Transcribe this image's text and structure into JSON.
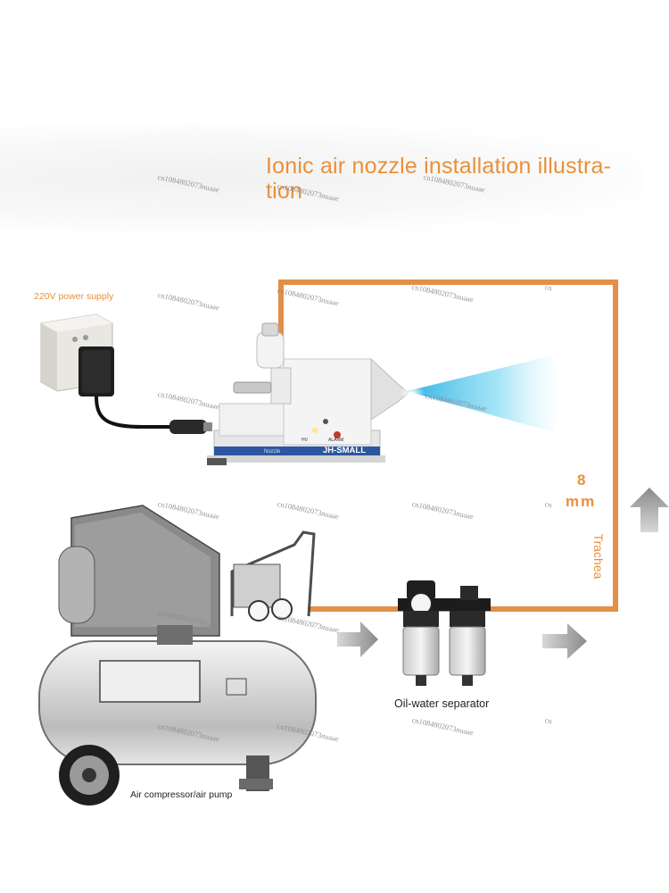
{
  "title": "Ionic air nozzle installation illustra-tion",
  "title_lines": [
    "Ionic air nozzle installation illustra-",
    "tion"
  ],
  "power_supply_label": "220V power supply",
  "tube_size_number": "8",
  "tube_size_unit": "mm",
  "tube_label": "Trachea",
  "separator_label": "Oil-water separator",
  "compressor_label": "Air compressor/air pump",
  "device_brand": "JH-SMALL",
  "device_small_text": "Nozzle",
  "device_indicator_labels": [
    "HV",
    "ALARM"
  ],
  "watermark_text": "cn1084802073nuaae",
  "watermark_fragment": "cn",
  "colors": {
    "accent_orange": "#e9903a",
    "tube_orange": "#e38f47",
    "spray_blue": "#33bde6",
    "device_blue": "#2e56a0",
    "arrow_gray": "#9c9c9c"
  }
}
